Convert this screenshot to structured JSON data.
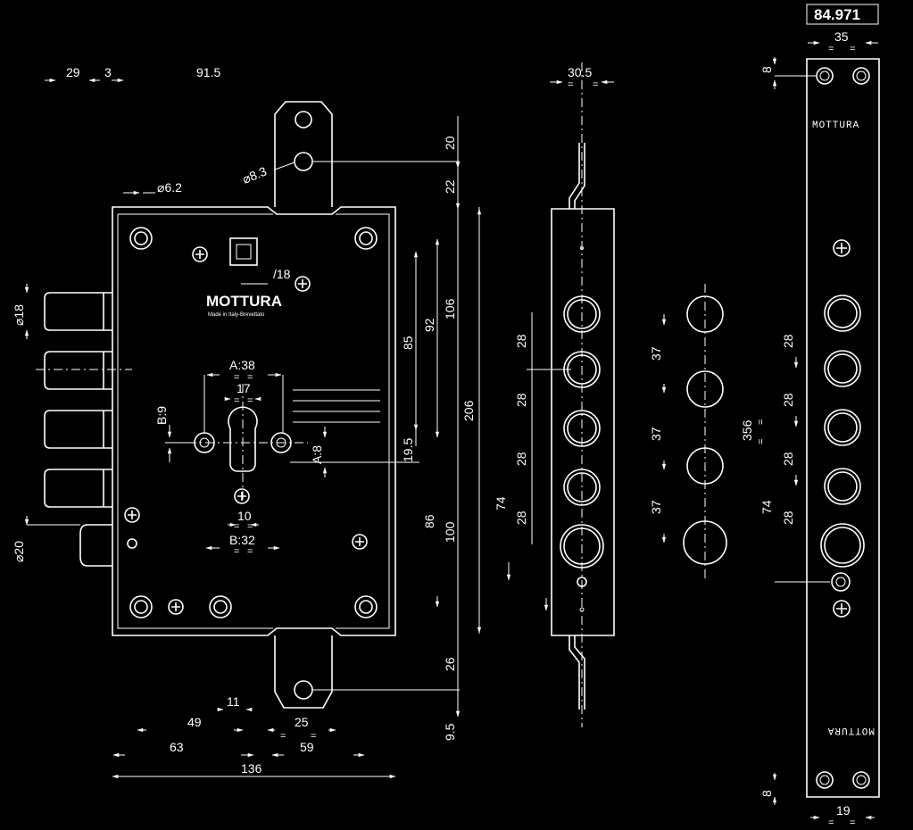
{
  "model_code": "84.971",
  "brand": "MOTTURA",
  "brand_sub": "Made in Italy-Brevettato",
  "strike_brand_top": "MOTTURA",
  "strike_brand_bottom": "MOTTURA",
  "lock_dims": {
    "d29": "29",
    "d3": "3",
    "d91_5": "91.5",
    "phi6_2": "6.2",
    "phi8_3": "8.3",
    "sq18": "18",
    "phi18": "18",
    "phi20": "20",
    "a38": "A:38",
    "d17": "17",
    "b9": "B:9",
    "a8": "A:8",
    "d10": "10",
    "b32": "B:32",
    "d85": "85",
    "d92": "92",
    "d106": "106",
    "d19_5": "19.5",
    "d206": "206",
    "d86": "86",
    "d100": "100",
    "d20": "20",
    "d22": "22",
    "d26": "26",
    "d9_5": "9.5",
    "d11": "11",
    "d49": "49",
    "d63": "63",
    "d25": "25",
    "d59": "59",
    "d136": "136"
  },
  "side_dims": {
    "d30_5": "30.5",
    "d28": "28",
    "d74": "74"
  },
  "bolt_dims": {
    "d37": "37"
  },
  "strike_dims": {
    "d35": "35",
    "d8": "8",
    "d28": "28",
    "d356": "356",
    "d74": "74",
    "d19": "19"
  },
  "eq": "="
}
